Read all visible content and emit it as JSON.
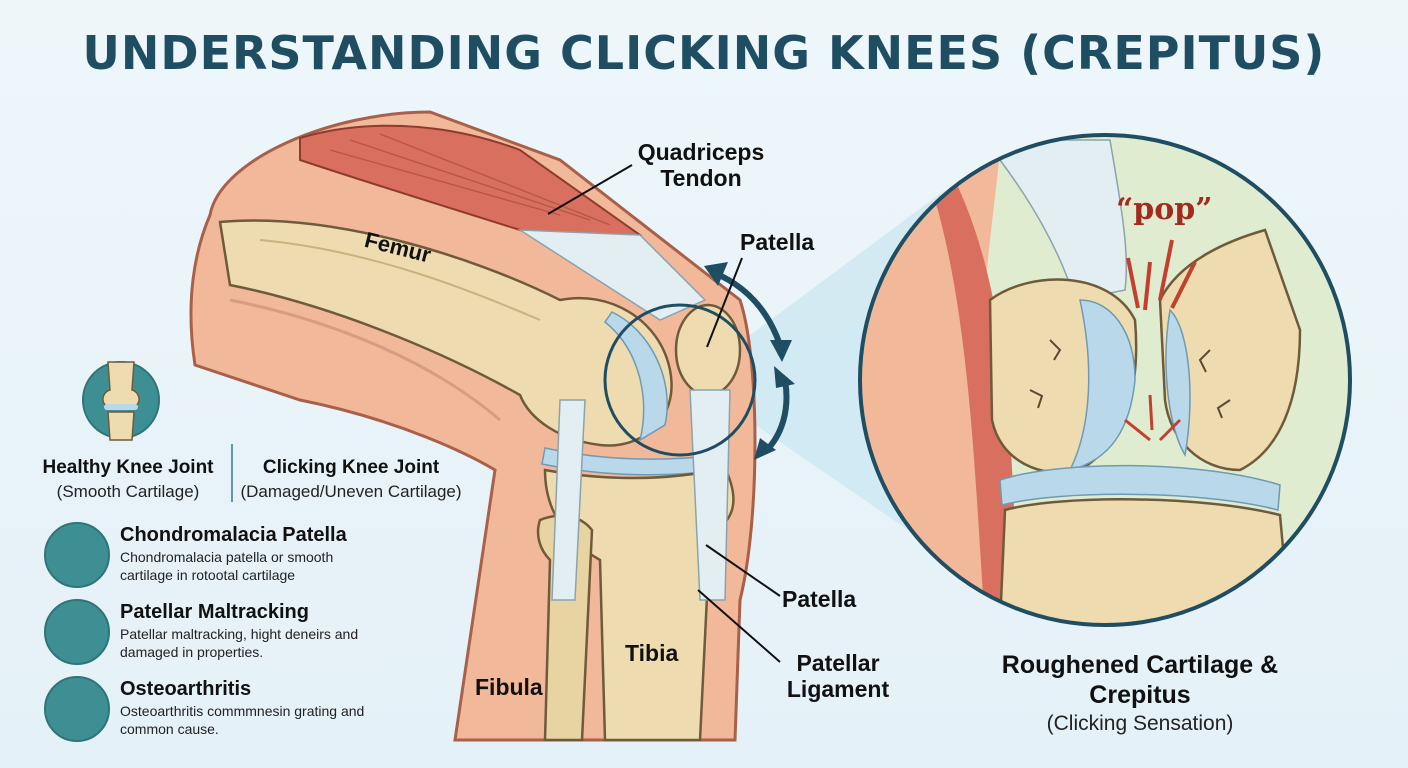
{
  "title": "UNDERSTANDING CLICKING KNEES (CREPITUS)",
  "labels": {
    "quadriceps_tendon": "Quadriceps Tendon",
    "femur": "Femur",
    "patella_top": "Patella",
    "patella_lower": "Patella",
    "patellar_ligament": "Patellar Ligament",
    "tibia": "Tibia",
    "fibula": "Fibula"
  },
  "knee_types": {
    "healthy": {
      "heading": "Healthy Knee Joint",
      "sub": "(Smooth Cartilage)"
    },
    "clicking": {
      "heading": "Clicking Knee Joint",
      "sub": "(Damaged/Uneven Cartilage)"
    }
  },
  "causes": [
    {
      "title": "Chondromalacia Patella",
      "description": "Chondromalacia patella or smooth cartilage in rotootal cartilage"
    },
    {
      "title": "Patellar Maltracking",
      "description": "Patellar maltracking, hight deneirs and damaged in properties."
    },
    {
      "title": "Osteoarthritis",
      "description": "Osteoarthritis commmnesin grating and common cause."
    }
  ],
  "zoom": {
    "sound": "“pop”",
    "title": "Roughened Cartilage & Crepitus",
    "subtitle": "(Clicking Sensation)"
  },
  "colors": {
    "title": "#1f4e63",
    "skin": "#f2b89a",
    "bone": "#eedcb0",
    "muscle": "#d9705f",
    "cartilage": "#b9d8ea",
    "outline": "#1f4e63",
    "accent_teal": "#3d8f94",
    "pop_red": "#a32a1f"
  }
}
